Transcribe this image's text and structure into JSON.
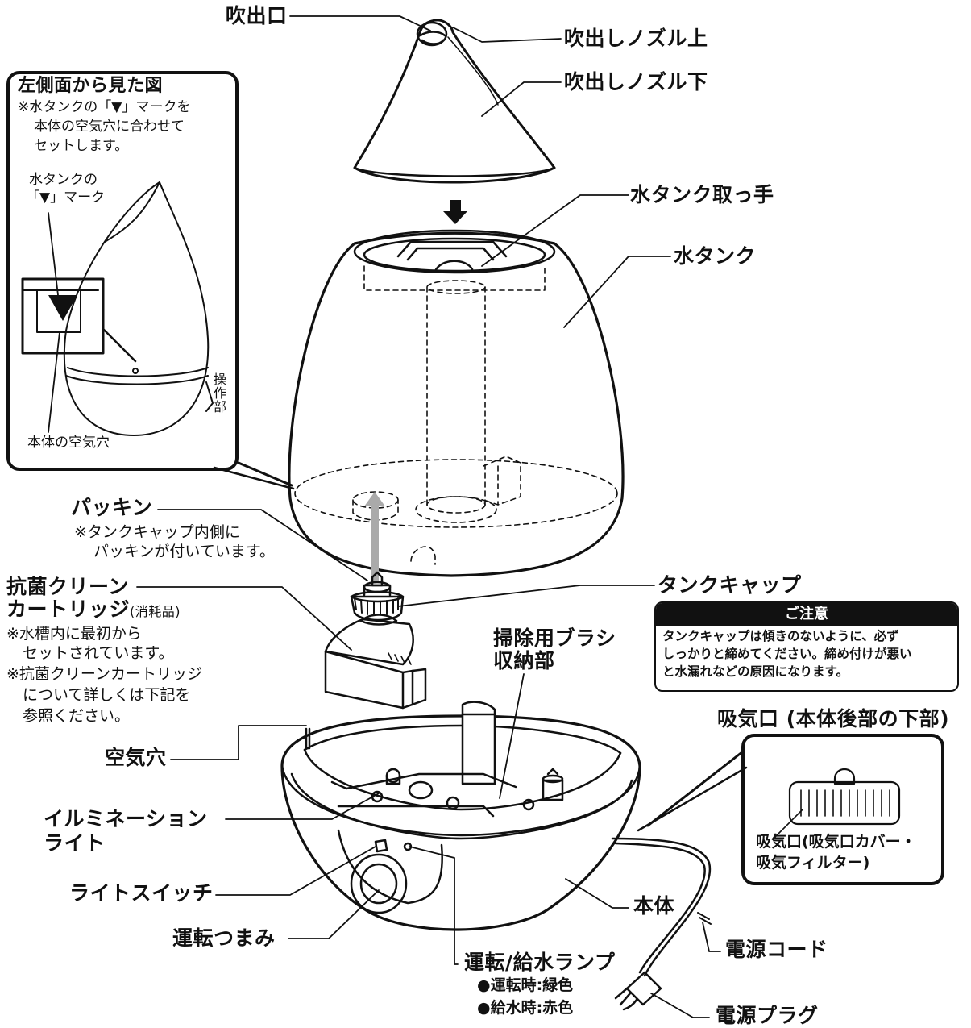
{
  "labels": {
    "outlet": "吹出口",
    "nozzle_top": "吹出しノズル上",
    "nozzle_bottom": "吹出しノズル下",
    "tank_handle": "水タンク取っ手",
    "tank": "水タンク",
    "packing": "パッキン",
    "packing_note_1": "※タンクキャップ内側に",
    "packing_note_2": "パッキンが付いています。",
    "tank_cap": "タンクキャップ",
    "cartridge_1": "抗菌クリーン",
    "cartridge_2": "カートリッジ",
    "cartridge_consumable": "(消耗品)",
    "cartridge_note_1": "※水槽内に最初から",
    "cartridge_note_2": "セットされています。",
    "cartridge_note_3": "※抗菌クリーンカートリッジ",
    "cartridge_note_4": "について詳しくは下記を",
    "cartridge_note_5": "参照ください。",
    "brush_storage_1": "掃除用ブラシ",
    "brush_storage_2": "収納部",
    "air_hole": "空気穴",
    "illumination_1": "イルミネーション",
    "illumination_2": "ライト",
    "light_switch": "ライトスイッチ",
    "operation_knob": "運転つまみ",
    "lamp": "運転/給水ランプ",
    "lamp_run": "●運転時:緑色",
    "lamp_water": "●給水時:赤色",
    "body": "本体",
    "power_cord": "電源コード",
    "power_plug": "電源プラグ",
    "intake_title": "吸気口 (本体後部の下部)",
    "intake_1": "吸気口(吸気口カバー・",
    "intake_2": "吸気フィルター)"
  },
  "side_view": {
    "title": "左側面から見た図",
    "note_1": "※水タンクの「▼」マークを",
    "note_2": "本体の空気穴に合わせて",
    "note_3": "セットします。",
    "mark_1": "水タンクの",
    "mark_2": "「▼」マーク",
    "body_air_hole": "本体の空気穴",
    "control": "操作部"
  },
  "notice": {
    "heading": "ご注意",
    "line_1": "タンクキャップは傾きのないように、必ず",
    "line_2": "しっかりと締めてください。締め付けが悪い",
    "line_3": "と水漏れなどの原因になります。"
  }
}
